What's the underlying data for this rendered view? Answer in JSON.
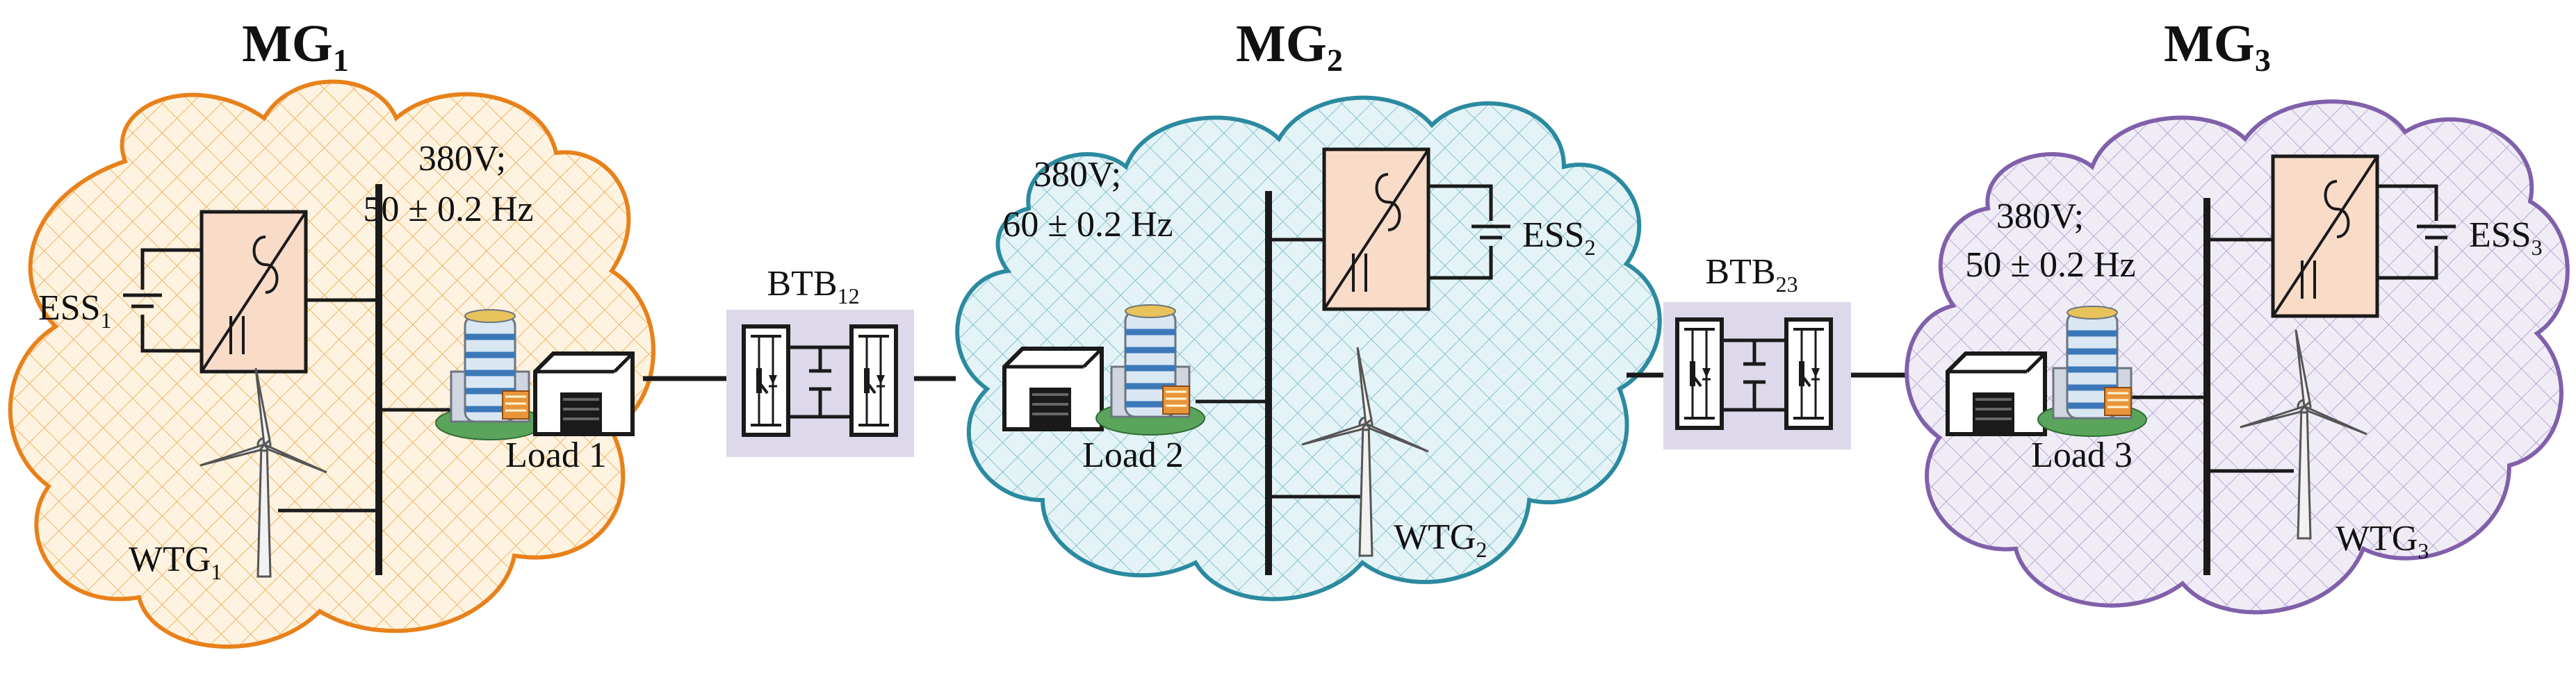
{
  "microgrids": [
    {
      "name": "MG",
      "sub": "1",
      "voltage": "380V;",
      "frequency": "50 ± 0.2 Hz",
      "ess_name": "ESS",
      "ess_sub": "1",
      "load_label": "Load 1",
      "wtg_name": "WTG",
      "wtg_sub": "1",
      "border_color": "#e8811a",
      "pattern_color": "#f3b262",
      "fill_color": "#fdf3e0"
    },
    {
      "name": "MG",
      "sub": "2",
      "voltage": "380V;",
      "frequency": "60 ± 0.2 Hz",
      "ess_name": "ESS",
      "ess_sub": "2",
      "load_label": "Load 2",
      "wtg_name": "WTG",
      "wtg_sub": "2",
      "border_color": "#2b8aa0",
      "pattern_color": "#86c2cf",
      "fill_color": "#e4f3f6"
    },
    {
      "name": "MG",
      "sub": "3",
      "voltage": "380V;",
      "frequency": "50 ± 0.2 Hz",
      "ess_name": "ESS",
      "ess_sub": "3",
      "load_label": "Load 3",
      "wtg_name": "WTG",
      "wtg_sub": "3",
      "border_color": "#8060aa",
      "pattern_color": "#b7a7d2",
      "fill_color": "#f0ecf6"
    }
  ],
  "links": [
    {
      "name": "BTB",
      "sub": "12"
    },
    {
      "name": "BTB",
      "sub": "23"
    }
  ],
  "colors": {
    "converter_fill": "#f8dcc8",
    "btb_fill": "#ddd8ea",
    "line": "#1a1a1a"
  }
}
